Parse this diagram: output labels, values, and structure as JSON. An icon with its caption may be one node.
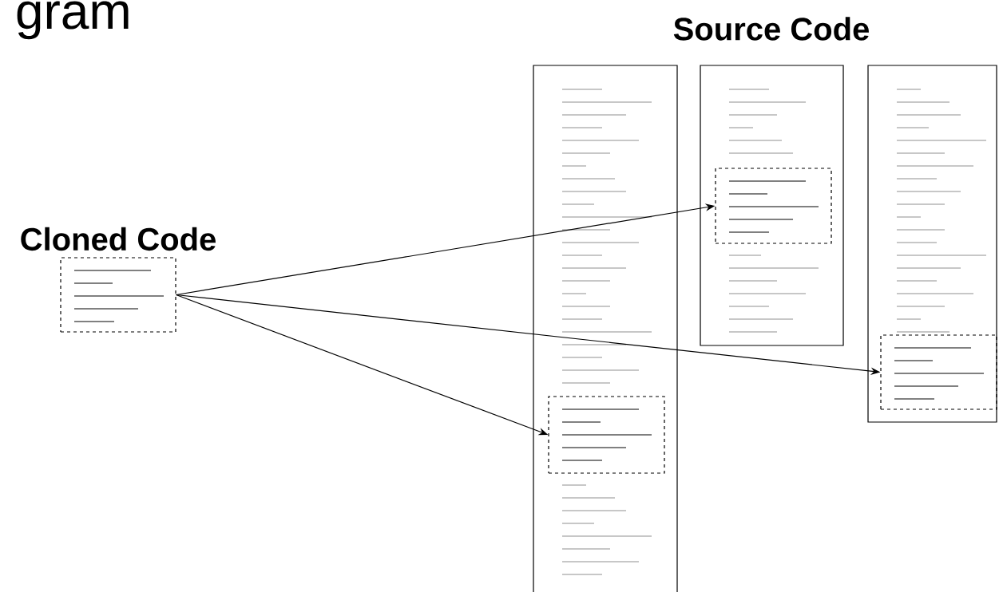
{
  "diagram": {
    "title": "gram",
    "nodes": [
      {
        "text": [
          "Cloned Code"
        ]
      },
      {
        "text": [],
        "shape": "box"
      },
      {
        "text": [],
        "shape": "box"
      },
      {
        "text": [],
        "shape": "box"
      },
      {
        "text": [],
        "shape": "box",
        "in": 2
      },
      {
        "text": [],
        "shape": "box",
        "in": 1
      },
      {
        "text": [],
        "shape": "box",
        "in": 3
      }
    ],
    "edges": [
      {
        "from": 0,
        "to": 4,
        "arrow": "to"
      },
      {
        "from": 0,
        "to": 5,
        "arrow": "to"
      },
      {
        "from": 0,
        "to": 6,
        "arrow": "to"
      }
    ],
    "labels": [
      "Source Code"
    ]
  }
}
